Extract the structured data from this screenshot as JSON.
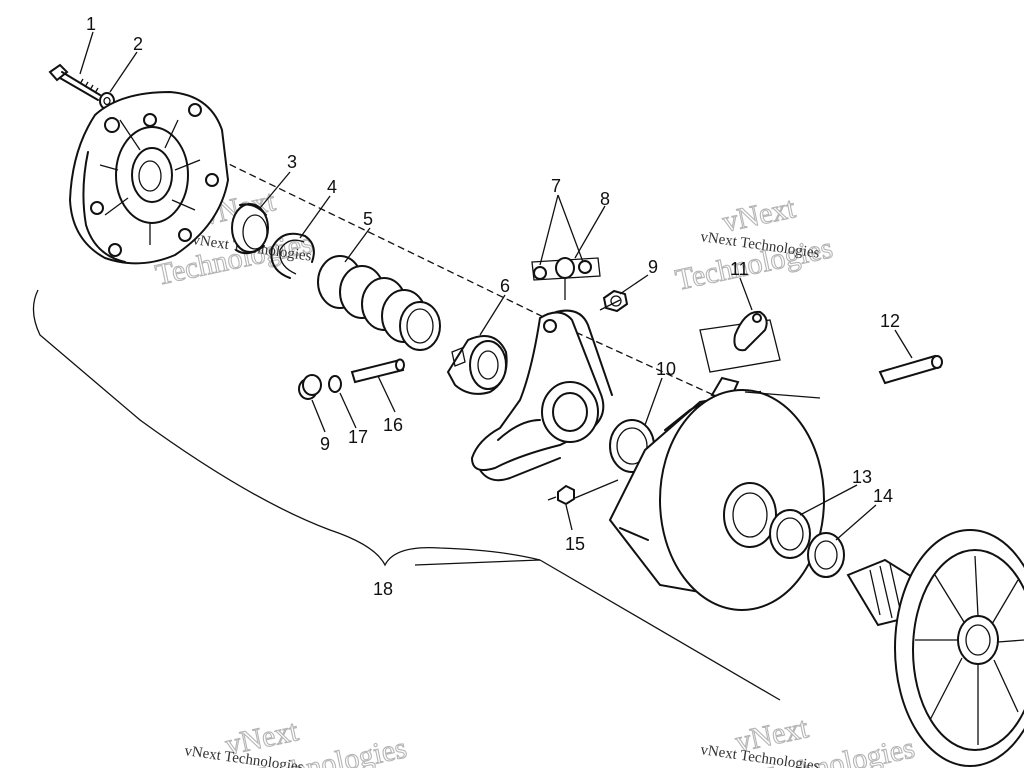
{
  "callouts": {
    "c1": "1",
    "c2": "2",
    "c3": "3",
    "c4": "4",
    "c5": "5",
    "c6": "6",
    "c7": "7",
    "c8": "8",
    "c9a": "9",
    "c9b": "9",
    "c10": "10",
    "c11": "11",
    "c12": "12",
    "c13": "13",
    "c14": "14",
    "c15": "15",
    "c16": "16",
    "c17": "17",
    "c18": "18"
  },
  "watermarks": {
    "small": "vNext Technologies",
    "big_top": "vNext",
    "big_bottom": "Technologies"
  }
}
